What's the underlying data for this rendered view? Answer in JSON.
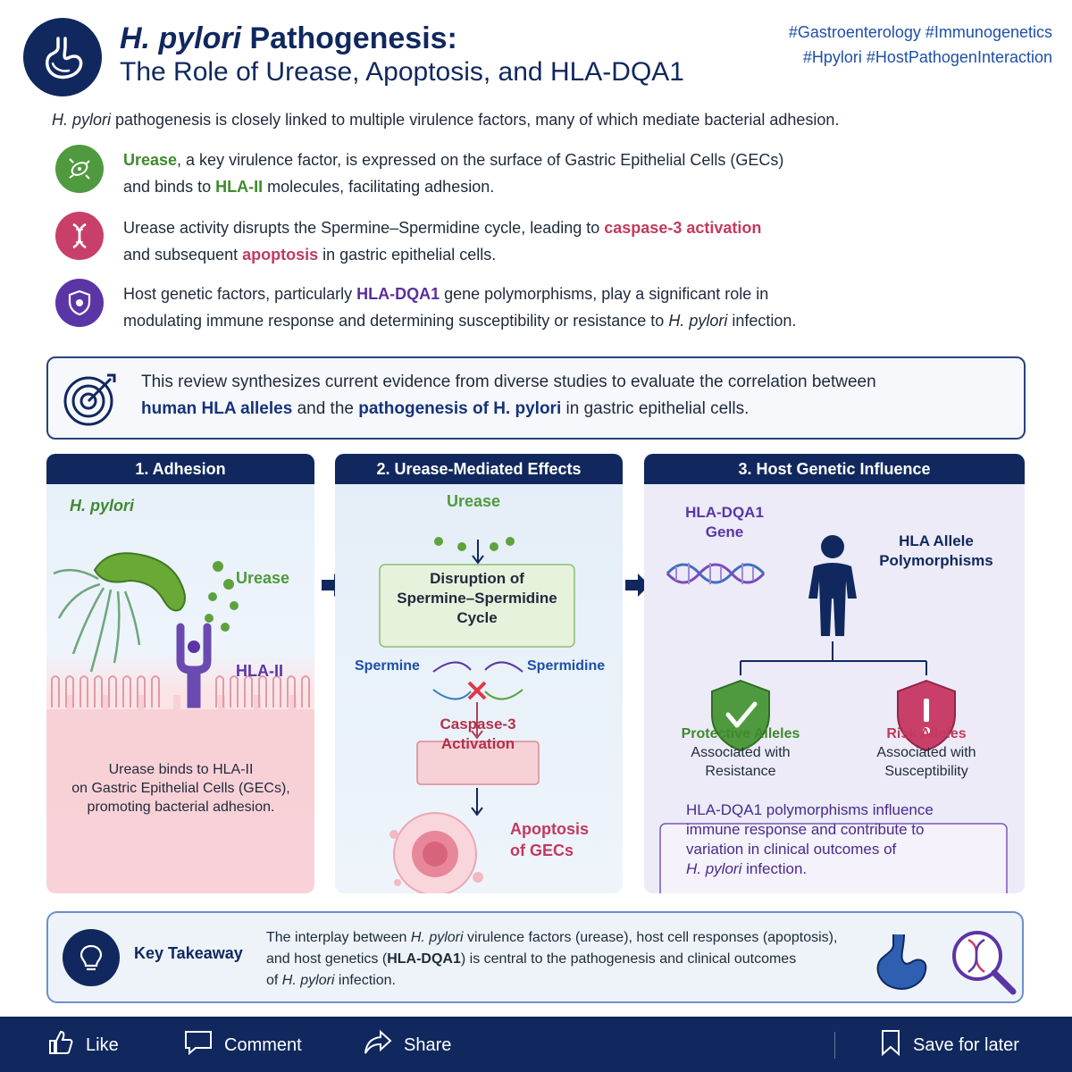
{
  "header": {
    "title_italic": "H. pylori",
    "title_rest": " Pathogenesis:",
    "subtitle": "The Role of Urease, Apoptosis, and HLA-DQA1",
    "hashtags_line1": "#Gastroenterology #Immunogenetics",
    "hashtags_line2": "#Hpylori #HostPathogenInteraction"
  },
  "intro": {
    "italic": "H. pylori",
    "rest": " pathogenesis is closely linked to multiple virulence factors, many of which mediate bacterial adhesion."
  },
  "points": [
    {
      "a": "Urease",
      "b": ", a key virulence factor, is expressed on the surface of Gastric Epithelial Cells (GECs)",
      "c": "and binds to ",
      "d": "HLA-II",
      "e": " molecules, facilitating adhesion."
    },
    {
      "a": "Urease activity disrupts the Spermine–Spermidine cycle, leading to ",
      "b": "caspase-3 activation",
      "c": "and subsequent ",
      "d": "apoptosis",
      "e": " in gastric epithelial cells."
    },
    {
      "a": "Host genetic factors, particularly ",
      "b": "HLA-DQA1",
      "c": " gene polymorphisms, play a significant role in",
      "d": "modulating immune response and determining susceptibility or resistance to ",
      "e": "H. pylori",
      "f": " infection."
    }
  ],
  "review": {
    "line1": "This review synthesizes current evidence from diverse studies to evaluate the correlation between",
    "b1": "human HLA alleles",
    "mid": " and the ",
    "b2": "pathogenesis of H. pylori",
    "end": " in gastric epithelial cells."
  },
  "panel1": {
    "title": "1. Adhesion",
    "bacteria_label": "H. pylori",
    "urease_label": "Urease",
    "hla_label": "HLA-II",
    "caption_l1": "Urease binds to HLA-II",
    "caption_l2": "on Gastric Epithelial Cells (GECs),",
    "caption_l3": "promoting bacterial adhesion."
  },
  "panel2": {
    "title": "2. Urease-Mediated Effects",
    "urease_label": "Urease",
    "disruption_l1": "Disruption of",
    "disruption_l2": "Spermine–Spermidine",
    "disruption_l3": "Cycle",
    "spermine": "Spermine",
    "spermidine": "Spermidine",
    "caspase_l1": "Caspase-3",
    "caspase_l2": "Activation",
    "apoptosis_l1": "Apoptosis",
    "apoptosis_l2": "of GECs"
  },
  "panel3": {
    "title": "3. Host Genetic Influence",
    "gene_l1": "HLA-DQA1",
    "gene_l2": "Gene",
    "poly_l1": "HLA Allele",
    "poly_l2": "Polymorphisms",
    "protective_title": "Protective Alleles",
    "protective_l1": "Associated with",
    "protective_l2": "Resistance",
    "risk_title": "Risk Alleles",
    "risk_l1": "Associated with",
    "risk_l2": "Susceptibility",
    "note_l1": "HLA-DQA1 polymorphisms influence",
    "note_l2": "immune response and contribute to",
    "note_l3": "variation in clinical outcomes of",
    "note_l4_italic": "H. pylori",
    "note_l4_rest": " infection."
  },
  "takeaway": {
    "label": "Key Takeaway",
    "l1a": "The interplay between ",
    "l1b": "H. pylori",
    "l1c": " virulence factors (urease), host cell responses (apoptosis),",
    "l2a": "and host genetics (",
    "l2b": "HLA-DQA1",
    "l2c": ") is central to the pathogenesis and clinical outcomes",
    "l3a": "of ",
    "l3b": "H. pylori",
    "l3c": " infection."
  },
  "actions": {
    "like": "Like",
    "comment": "Comment",
    "share": "Share",
    "save": "Save for later"
  },
  "colors": {
    "navy": "#10285e",
    "green": "#3f8a2e",
    "red": "#c23a5e",
    "purple": "#5a2f9c"
  }
}
